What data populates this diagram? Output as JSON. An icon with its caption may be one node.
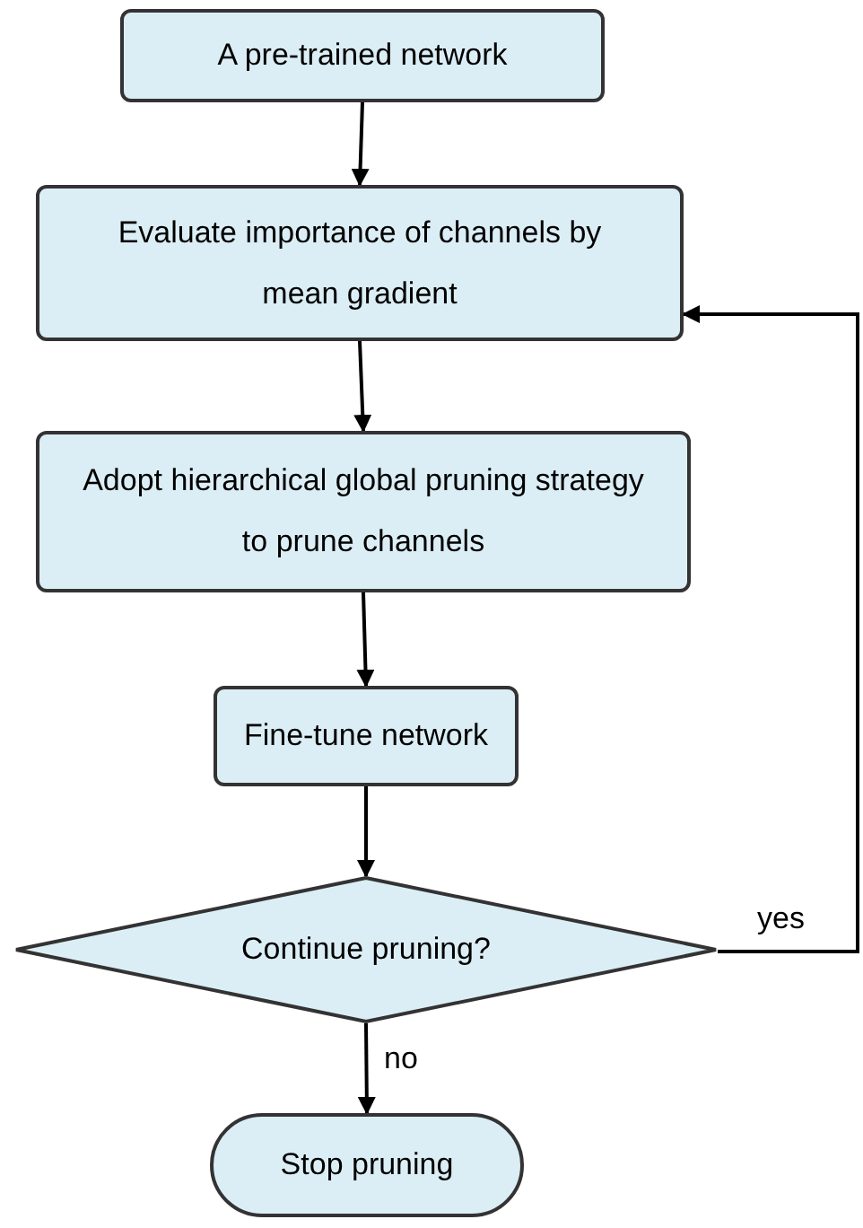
{
  "diagram": {
    "nodes": [
      {
        "text": [
          "A pre-trained network"
        ]
      },
      {
        "text": [
          "Evaluate importance of channels by mean gradient"
        ]
      },
      {
        "text": [
          "Adopt hierarchical global pruning strategy to prune channels"
        ]
      },
      {
        "text": [
          "Fine-tune network"
        ]
      },
      {
        "text": [
          "Continue pruning?"
        ]
      },
      {
        "text": [
          "Stop pruning"
        ]
      }
    ],
    "edges": [
      {
        "from": 0,
        "to": 1,
        "arrow": "to"
      },
      {
        "from": 1,
        "to": 2,
        "arrow": "to"
      },
      {
        "from": 2,
        "to": 3,
        "arrow": "to"
      },
      {
        "from": 3,
        "to": 4,
        "arrow": "to"
      },
      {
        "from": 4,
        "to": 1,
        "arrow": "to",
        "label": "yes"
      },
      {
        "from": 4,
        "to": 5,
        "arrow": "to",
        "label": "no"
      }
    ]
  }
}
